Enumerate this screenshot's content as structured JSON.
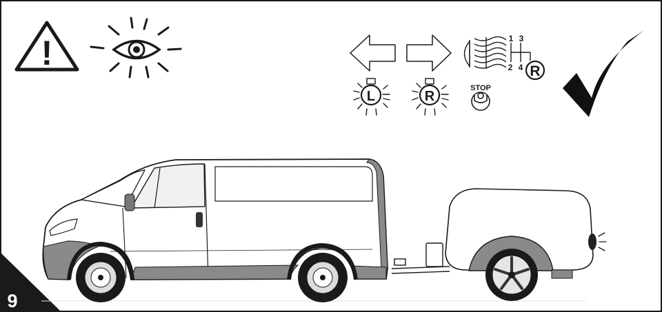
{
  "step": {
    "number": "9"
  },
  "warning": {
    "symbol": "!"
  },
  "gear_diagram": {
    "gear_1": "1",
    "gear_3": "3",
    "gear_2": "2",
    "gear_4": "4",
    "reverse": "R"
  },
  "indicator_lights": {
    "left": "L",
    "right": "R"
  },
  "brake_light": {
    "label": "STOP"
  },
  "icons": [
    "warning-triangle-icon",
    "eye-check-icon",
    "arrow-left-icon",
    "arrow-right-icon",
    "rear-fog-light-icon",
    "gear-shift-diagram-icon",
    "left-indicator-light-icon",
    "right-indicator-light-icon",
    "stop-light-icon",
    "checkmark-icon",
    "van-with-trailer-illustration"
  ],
  "colors": {
    "ink": "#1a1a1a",
    "checkmark": "#111111",
    "van_trim": "#8a8a8a",
    "trailer_light": "#222222"
  }
}
